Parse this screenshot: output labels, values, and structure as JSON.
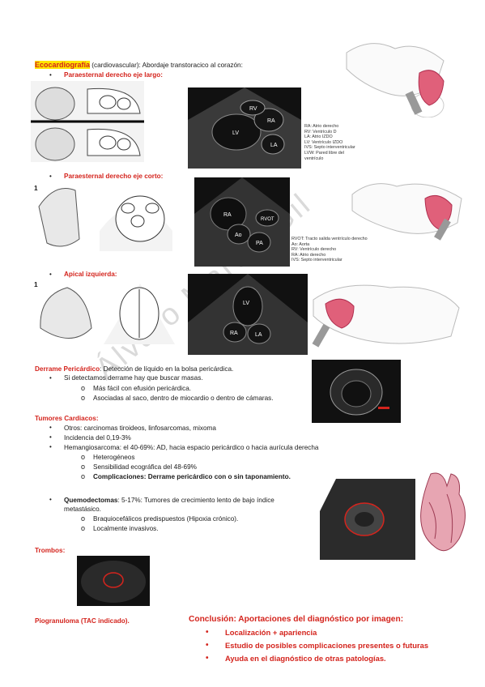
{
  "title": {
    "highlight": "Ecocardiografía",
    "rest": " (cardiovascular): Abordaje transtoracico al corazón:"
  },
  "sections": {
    "s1": "Paraesternal derecho eje largo:",
    "s2": "Paraesternal derecho eje corto:",
    "s3": "Apical izquierda:"
  },
  "legend1": [
    "RA: Atrio derecho",
    "RV: Ventrículo D",
    "LA: Atrio IZDO",
    "LV: Ventrículo IZDO",
    "IVS: Septo interventricular",
    "LVW: Pared libre del",
    "ventrículo"
  ],
  "legend2": [
    "RVOT: Tracto salida ventrículo derecho",
    "Ao: Aorta",
    "RV: Ventrículo derecho",
    "RA: Atrio derecho",
    "IVS: Septo interventricular"
  ],
  "us1_labels": [
    "RV",
    "RA",
    "LV",
    "LA"
  ],
  "us2_labels": [
    "RA",
    "RVOT",
    "Ao",
    "PA"
  ],
  "us3_labels": [
    "LV",
    "RA",
    "LA"
  ],
  "num_labels": [
    "1",
    "1"
  ],
  "derrame": {
    "head": "Derrame Pericárdico",
    "rest": ": Detección de líquido en la bolsa pericárdica.",
    "b1": "Si detectamos derrame hay que buscar masas.",
    "s1": "Más fácil con efusión pericárdica.",
    "s2": "Asociadas al saco, dentro de miocardio o dentro de cámaras."
  },
  "tumores": {
    "head": "Tumores Cardiacos",
    "b1": "Otros: carcinomas tiroideos, linfosarcomas, mixoma",
    "b2": "Incidencia del 0,19-3%",
    "b3": "Hemangiosarcoma: el 40-69%: AD, hacia espacio pericárdico o hacia aurícula derecha",
    "s1": "Heterogéneos",
    "s2": "Sensibilidad ecográfica del 48-69%",
    "s3": "Complicaciones: Derrame pericárdico con o sin taponamiento.",
    "q_head": "Quemodectomas",
    "q_rest": ": 5-17%: Tumores de crecimiento lento de bajo índice",
    "q_rest2": "metastásico.",
    "q_s1": "Braquiocefálicos predispuestos (Hipoxia crónico).",
    "q_s2": "Localmente invasivos."
  },
  "trombos": "Trombos:",
  "piogranuloma": "Piogranuloma (TAC indicado).",
  "conclusion": {
    "title": "Conclusión: Aportaciones del diagnóstico por imagen:",
    "items": [
      "Localización + apariencia",
      "Estudio de posibles complicaciones presentes o futuras",
      "Ayuda en el diagnóstico de otras patologías."
    ]
  },
  "watermark": "Álvaro Martín Gil",
  "colors": {
    "accent_red": "#d4241d",
    "highlight": "#ffe600",
    "heart_pink": "#e0607a"
  }
}
